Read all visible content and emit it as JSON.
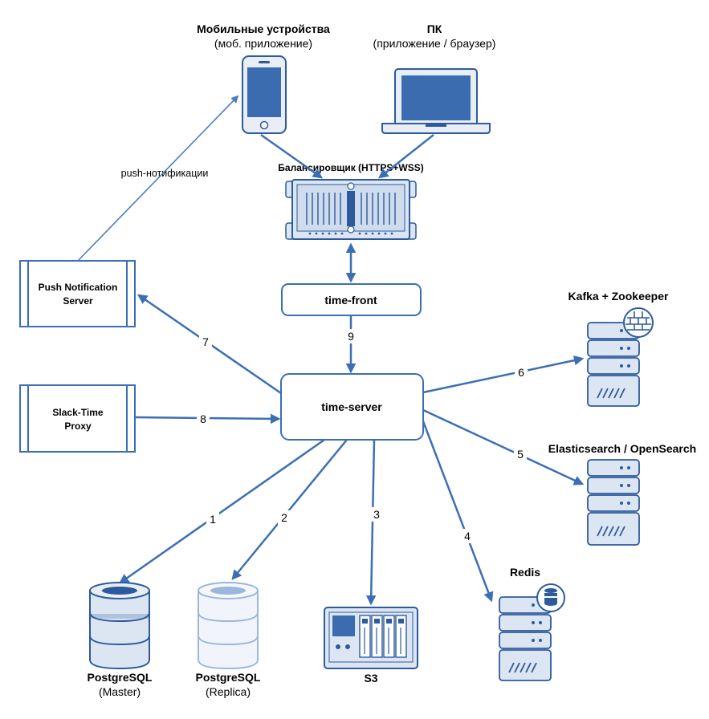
{
  "mobile": {
    "title": "Мобильные устройства",
    "subtitle": "(моб. приложение)"
  },
  "pc": {
    "title": "ПК",
    "subtitle": "(приложение / браузер)"
  },
  "balancer": {
    "title": "Балансировщик (HTTPS+WSS)"
  },
  "push_edge_label": "push-нотификации",
  "push_server": {
    "line1": "Push Notification",
    "line2": "Server"
  },
  "slack_proxy": {
    "line1": "Slack-Time",
    "line2": "Proxy"
  },
  "time_front": "time-front",
  "time_server": "time-server",
  "kafka": "Kafka + Zookeeper",
  "elastic": "Elasticsearch / OpenSearch",
  "redis": "Redis",
  "s3": "S3",
  "pg_master": {
    "title": "PostgreSQL",
    "subtitle": "(Master)"
  },
  "pg_replica": {
    "title": "PostgreSQL",
    "subtitle": "(Replica)"
  },
  "edges": {
    "e1": "1",
    "e2": "2",
    "e3": "3",
    "e4": "4",
    "e5": "5",
    "e6": "6",
    "e7": "7",
    "e8": "8",
    "e9": "9"
  },
  "colors": {
    "accent": "#3b6fb5",
    "icon_fill": "#dce6f3",
    "icon_dark": "#2d5a9c"
  }
}
